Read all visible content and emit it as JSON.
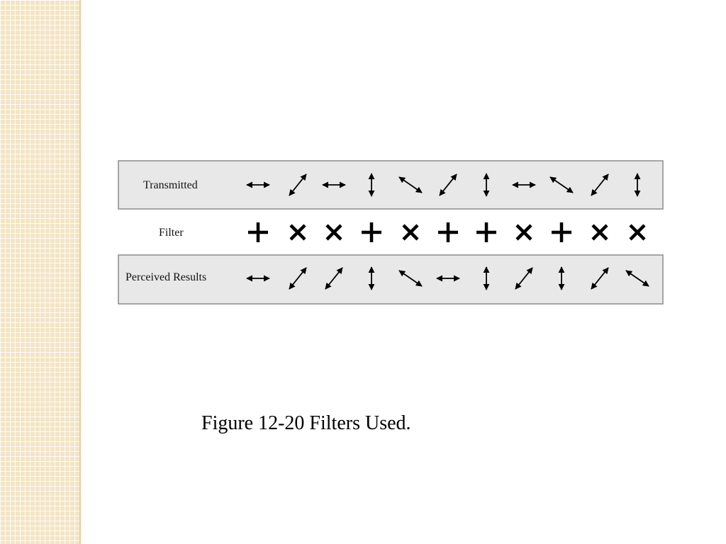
{
  "slide": {
    "caption": "Figure 12-20  Filters Used."
  },
  "diagram": {
    "rows": [
      {
        "key": "transmitted",
        "label": "Transmitted",
        "boxed": true,
        "symbols": [
          "horizontal",
          "diagonal-ne",
          "horizontal",
          "vertical",
          "diagonal-nw",
          "diagonal-ne",
          "vertical",
          "horizontal",
          "diagonal-nw",
          "diagonal-ne",
          "vertical"
        ]
      },
      {
        "key": "filter",
        "label": "Filter",
        "boxed": false,
        "symbols": [
          "rectilinear",
          "diagonal",
          "diagonal",
          "rectilinear",
          "diagonal",
          "rectilinear",
          "rectilinear",
          "diagonal",
          "rectilinear",
          "diagonal",
          "diagonal"
        ]
      },
      {
        "key": "perceived",
        "label": "Perceived Results",
        "boxed": true,
        "symbols": [
          "horizontal",
          "diagonal-ne",
          "diagonal-ne",
          "vertical",
          "diagonal-nw",
          "horizontal",
          "vertical",
          "diagonal-ne",
          "vertical",
          "diagonal-ne",
          "diagonal-nw"
        ]
      }
    ],
    "colors": {
      "box_fill": "#e8e8e8",
      "box_border": "#8c8c8c",
      "ink": "#000000"
    }
  }
}
